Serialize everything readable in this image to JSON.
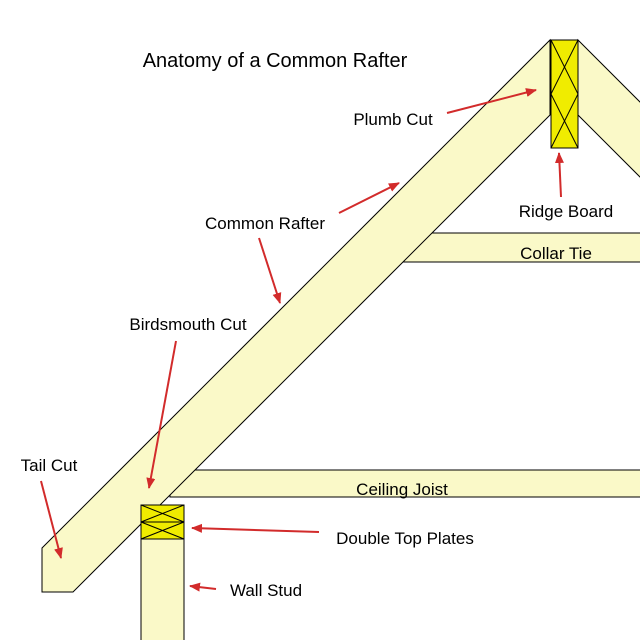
{
  "title": "Anatomy of a Common Rafter",
  "labels": {
    "plumb_cut": "Plumb Cut",
    "common_rafter": "Common Rafter",
    "ridge_board": "Ridge Board",
    "collar_tie": "Collar Tie",
    "birdsmouth_cut": "Birdsmouth Cut",
    "tail_cut": "Tail Cut",
    "ceiling_joist": "Ceiling Joist",
    "double_top_plates": "Double Top Plates",
    "wall_stud": "Wall Stud"
  },
  "colors": {
    "beam_fill": "#FAF9C8",
    "highlight_fill": "#F0EC00",
    "arrow": "#D22B2B",
    "outline": "#000000",
    "text": "#000000",
    "background": "#FFFFFF"
  }
}
